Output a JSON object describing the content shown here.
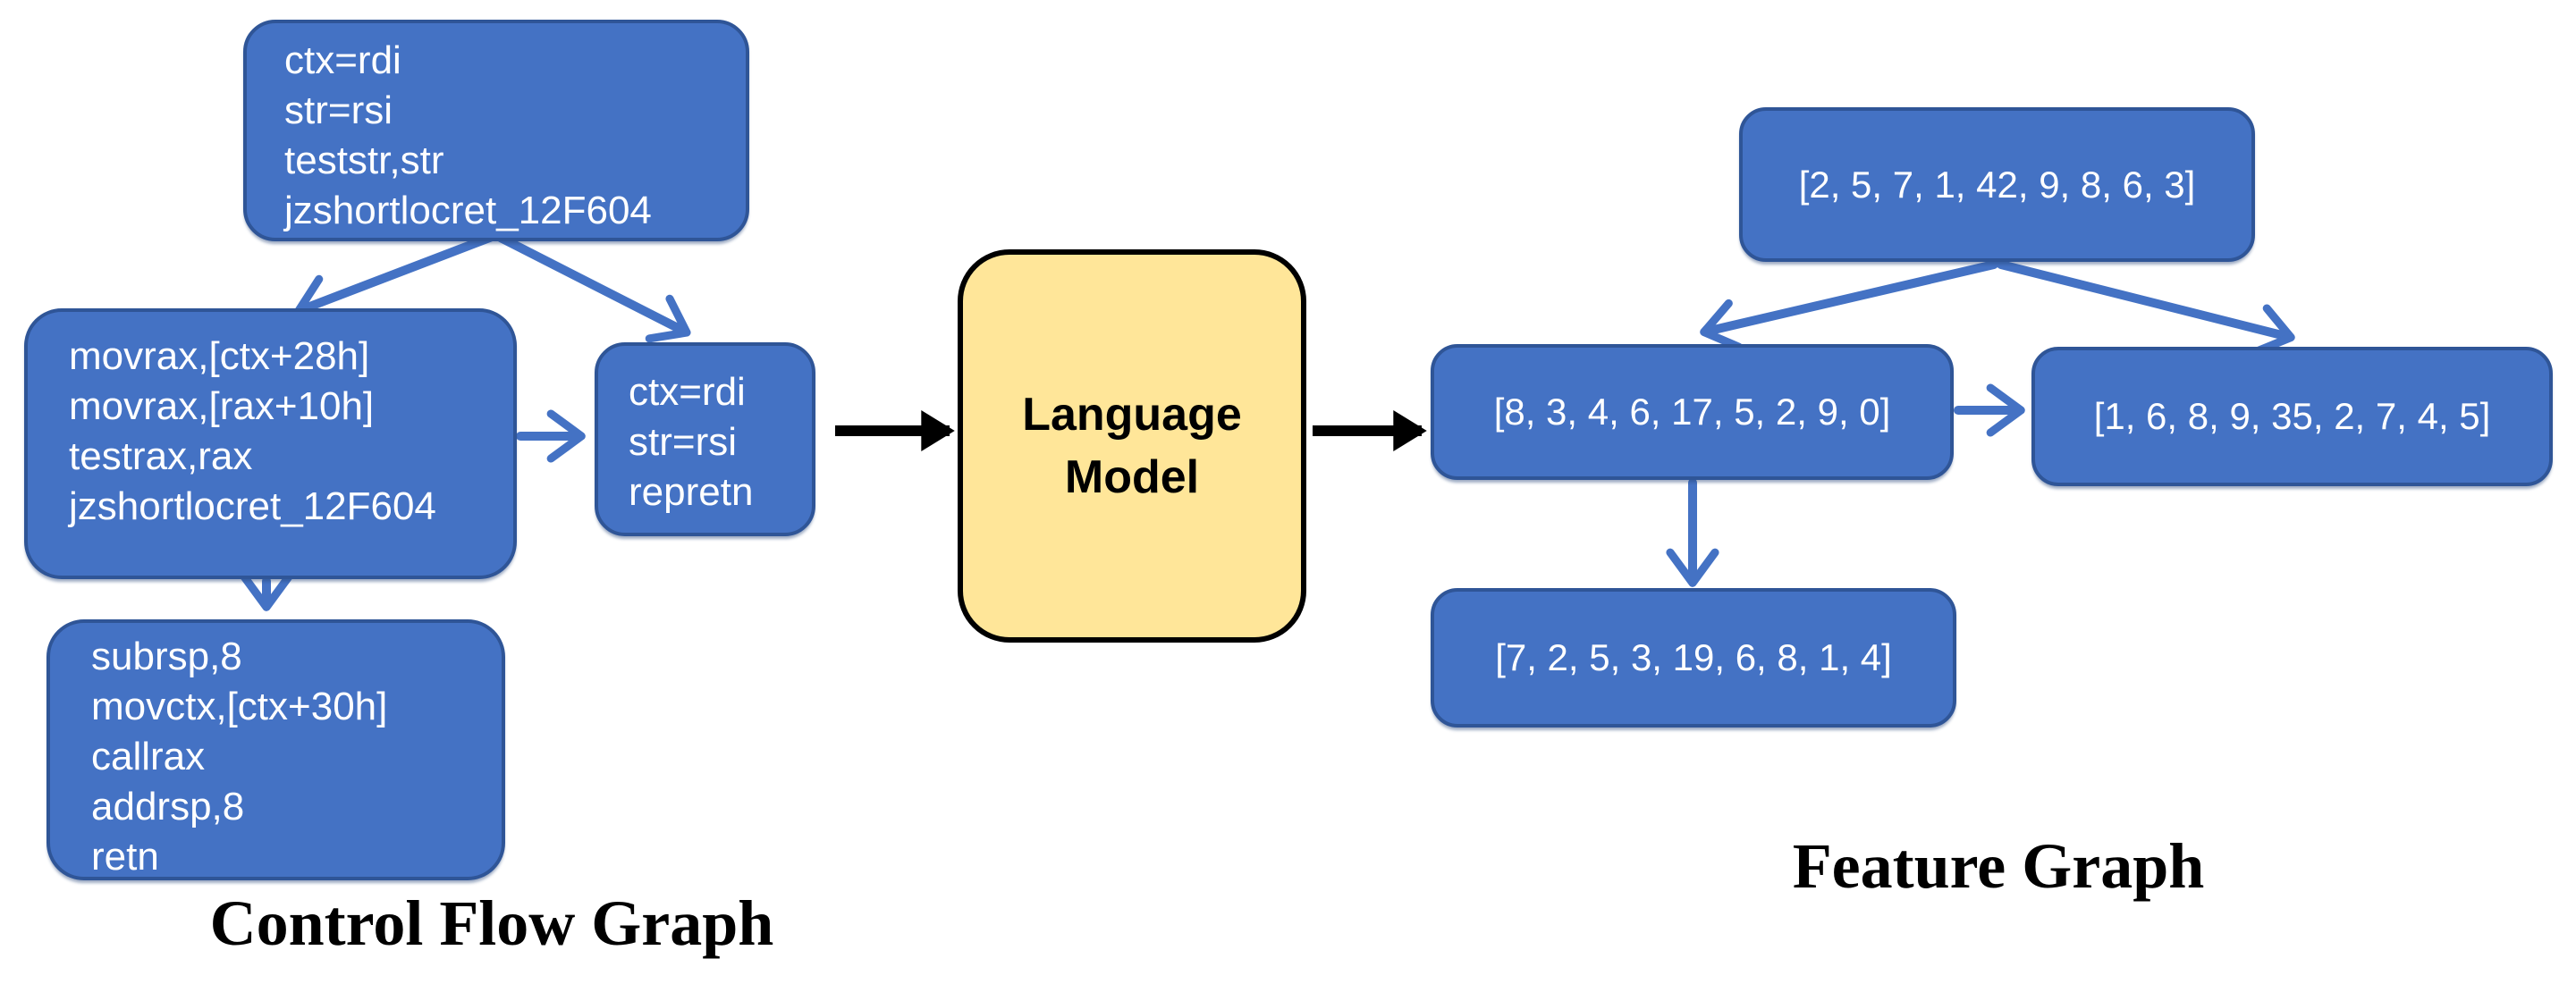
{
  "figure": {
    "cfg": {
      "title": "Control Flow Graph",
      "node_entry": {
        "lines": [
          "ctx=rdi",
          "str=rsi",
          "teststr,str",
          "jzshortlocret_12F604"
        ]
      },
      "node_body": {
        "lines": [
          "movrax,[ctx+28h]",
          "movrax,[rax+10h]",
          "testrax,rax",
          "jzshortlocret_12F604"
        ]
      },
      "node_exit": {
        "lines": [
          "ctx=rdi",
          "str=rsi",
          "repretn"
        ]
      },
      "node_call": {
        "lines": [
          "subrsp,8",
          "movctx,[ctx+30h]",
          "callrax",
          "addrsp,8",
          "retn"
        ]
      },
      "edges": [
        "entry->body",
        "entry->exit",
        "body->exit",
        "body->call"
      ]
    },
    "model": {
      "lines": [
        "Language",
        "Model"
      ]
    },
    "fg": {
      "title": "Feature Graph",
      "node_root": {
        "label": "[2, 5, 7, 1, 42, 9, 8, 6, 3]"
      },
      "node_left": {
        "label": "[8, 3, 4, 6, 17, 5, 2, 9, 0]"
      },
      "node_right": {
        "label": "[1, 6, 8, 9, 35, 2, 7, 4, 5]"
      },
      "node_bottom": {
        "label": "[7, 2, 5, 3, 19, 6, 8, 1, 4]"
      },
      "edges": [
        "root->left",
        "root->right",
        "left->right",
        "left->bottom"
      ]
    },
    "pipeline_edges": [
      "cfg-exit->language-model",
      "language-model->fg-left"
    ],
    "colors": {
      "node_fill": "#4472C4",
      "node_border": "#2F5597",
      "node_text": "#FFFFFF",
      "model_fill": "#FFE699",
      "model_border": "#000000",
      "arrow_blue": "#4472C4",
      "arrow_black": "#000000",
      "title_text": "#000000",
      "background": "#FFFFFF"
    }
  }
}
